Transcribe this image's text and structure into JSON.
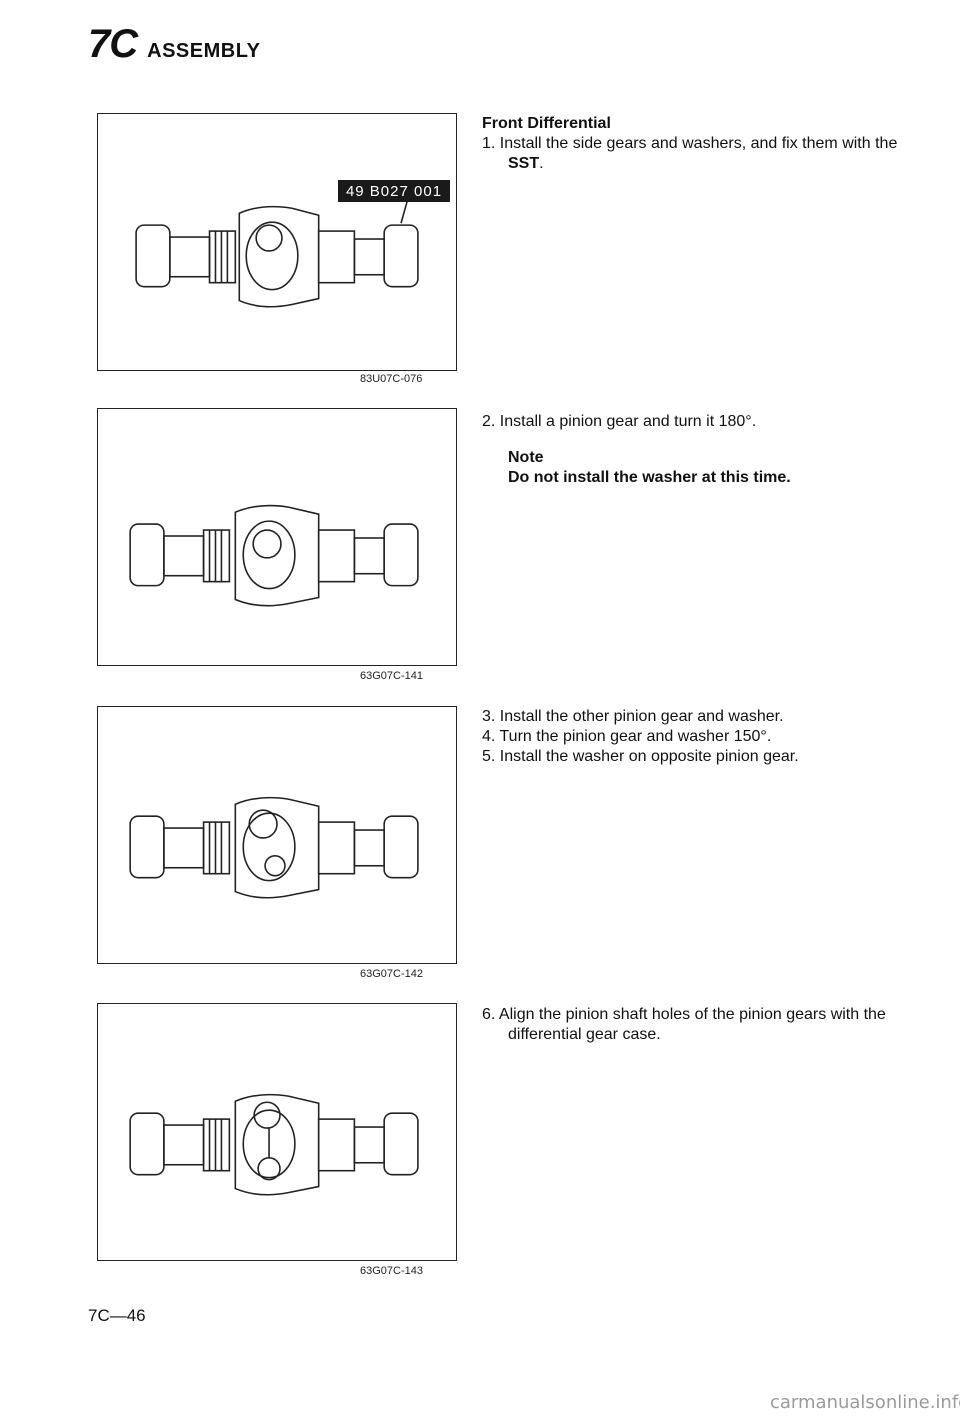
{
  "header": {
    "chapter": "7C",
    "section": "ASSEMBLY"
  },
  "figures": [
    {
      "code": "83U07C-076",
      "sst_label": "49 B027 001"
    },
    {
      "code": "63G07C-141"
    },
    {
      "code": "63G07C-142"
    },
    {
      "code": "63G07C-143"
    }
  ],
  "text": {
    "heading": "Front Differential",
    "step1": "1. Install the side gears and washers, and fix them with the",
    "step1_bold": "SST",
    "step1_end": ".",
    "step2": "2. Install a pinion gear and turn it 180°.",
    "note_title": "Note",
    "note_body": "Do not install the washer at this time.",
    "step3": "3. Install the other pinion gear and washer.",
    "step4": "4. Turn the pinion gear and washer 150°.",
    "step5": "5. Install the washer on opposite pinion gear.",
    "step6": "6. Align the pinion shaft holes of the pinion gears with the differential gear case."
  },
  "footer": {
    "page_number": "7C—46",
    "watermark": "carmanualsonline.info"
  }
}
